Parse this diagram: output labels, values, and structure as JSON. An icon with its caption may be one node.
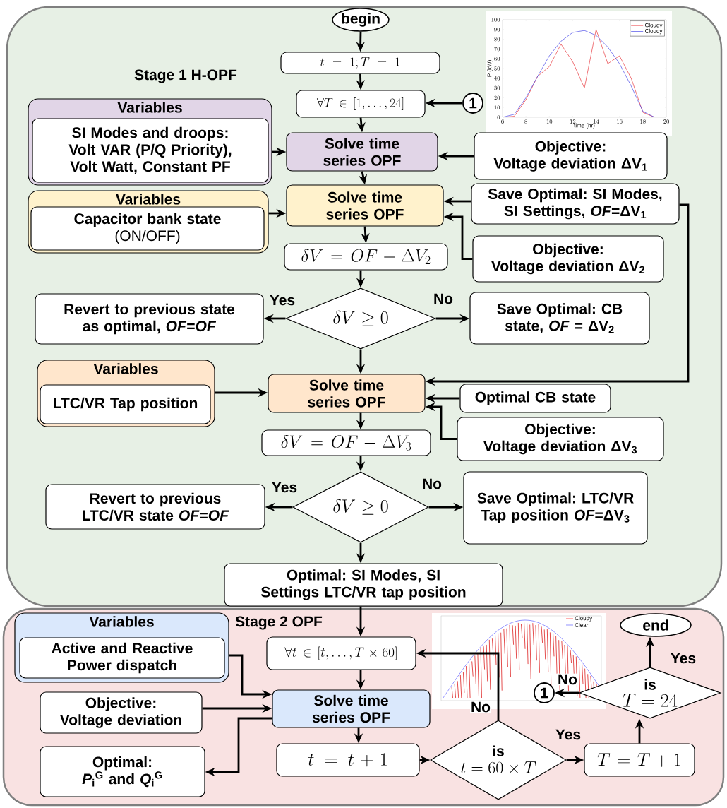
{
  "diagram": {
    "nodes": [
      {
        "text": [
          "Stage 1 H-OPF"
        ]
      },
      {
        "text": [
          "begin"
        ],
        "in": 0
      },
      {
        "text": [
          "t = 1; T = 1"
        ],
        "in": 0
      },
      {
        "text": [
          "\\forall T \\in [1, \\ldots, 24]"
        ],
        "in": 0
      },
      {
        "text": [
          "1"
        ],
        "in": 0
      },
      {
        "text": [
          "Variables"
        ],
        "in": 0
      },
      {
        "text": [
          "SI Modes and droops: Volt VAR (P/Q Priority), Volt Watt, Constant PF"
        ],
        "in": 5
      },
      {
        "text": [
          "Solve time series OPF"
        ],
        "in": 0
      },
      {
        "text": [
          "Objective:",
          "Voltage deviation ΔV$_{1}$"
        ],
        "in": 0
      },
      {
        "text": [
          "Variables"
        ],
        "in": 0
      },
      {
        "text": [
          "Capacitor bank state",
          "(ON/OFF)"
        ],
        "in": 9
      },
      {
        "text": [
          "Solve time series OPF"
        ],
        "in": 0
      },
      {
        "text": [
          "Save Optimal: SI Modes, SI Settings, *OF*=ΔV$_{1}$"
        ],
        "in": 0
      },
      {
        "text": [
          "\\delta V = OF - \\Delta V_2"
        ],
        "in": 0
      },
      {
        "text": [
          "Objective:",
          "Voltage deviation ΔV$_{2}$"
        ],
        "in": 0
      },
      {
        "text": [
          "\\delta V \\geq 0"
        ],
        "in": 0
      },
      {
        "text": [
          "Revert to previous state as optimal, *OF*=*OF*"
        ],
        "in": 0
      },
      {
        "text": [
          "Save Optimal: CB state, *OF* = ΔV$_{2}$"
        ],
        "in": 0
      },
      {
        "text": [
          "Variables"
        ],
        "in": 0
      },
      {
        "text": [
          "LTC/VR Tap position"
        ],
        "in": 18
      },
      {
        "text": [
          "Solve time series OPF"
        ],
        "in": 0
      },
      {
        "text": [
          "Optimal CB state"
        ],
        "in": 0
      },
      {
        "text": [
          "\\delta V = OF - \\Delta V_3"
        ],
        "in": 0
      },
      {
        "text": [
          "Objective:",
          "Voltage deviation ΔV$_{3}$"
        ],
        "in": 0
      },
      {
        "text": [
          "\\delta V \\geq 0"
        ],
        "in": 0
      },
      {
        "text": [
          "Revert to previous LTC/VR state *OF*=*OF*"
        ],
        "in": 0
      },
      {
        "text": [
          "Save Optimal: LTC/VR Tap position *OF*=ΔV$_{3}$"
        ],
        "in": 0
      },
      {
        "text": [
          "Optimal: SI Modes, SI Settings LTC/VR tap position"
        ],
        "in": 0
      },
      {
        "text": [
          "Stage 2 OPF"
        ]
      },
      {
        "text": [
          "Variables"
        ],
        "in": 28
      },
      {
        "text": [
          "Active and Reactive Power dispatch"
        ],
        "in": 29
      },
      {
        "text": [
          "\\forall t \\in [t, \\ldots, T \\times 60]"
        ],
        "in": 28
      },
      {
        "text": [
          "end"
        ],
        "in": 28
      },
      {
        "text": [
          "Objective:",
          "Voltage deviation"
        ],
        "in": 28
      },
      {
        "text": [
          "Solve time series OPF"
        ],
        "in": 28
      },
      {
        "text": [
          "1"
        ],
        "in": 28
      },
      {
        "text": [
          "is",
          "T = 24"
        ],
        "in": 28
      },
      {
        "text": [
          "Optimal:",
          "*P*$_{i}$$^{G}$ and *Q*$_{i}$$^{G}$"
        ],
        "in": 28
      },
      {
        "text": [
          "t = t + 1"
        ],
        "in": 28
      },
      {
        "text": [
          "is",
          "t = 60 \\times T"
        ],
        "in": 28
      },
      {
        "text": [
          "T = T + 1"
        ],
        "in": 28
      }
    ],
    "edges": [
      {
        "from": 1,
        "to": 2,
        "arrow": "to"
      },
      {
        "from": 2,
        "to": 3,
        "arrow": "to"
      },
      {
        "from": 4,
        "to": 3,
        "arrow": "to"
      },
      {
        "from": 3,
        "to": 7,
        "arrow": "to"
      },
      {
        "from": 5,
        "to": 7,
        "arrow": "to"
      },
      {
        "from": 8,
        "to": 7,
        "arrow": "to"
      },
      {
        "from": 7,
        "to": 11,
        "arrow": "to"
      },
      {
        "from": 9,
        "to": 11,
        "arrow": "to"
      },
      {
        "from": 12,
        "to": 11,
        "arrow": "to"
      },
      {
        "from": 14,
        "to": 11,
        "arrow": "to"
      },
      {
        "from": 11,
        "to": 13,
        "arrow": "to"
      },
      {
        "from": 13,
        "to": 15,
        "arrow": "to"
      },
      {
        "from": 15,
        "to": 16,
        "arrow": "to",
        "label": "Yes"
      },
      {
        "from": 15,
        "to": 17,
        "arrow": "to",
        "label": "No"
      },
      {
        "from": 15,
        "to": 20,
        "arrow": "to"
      },
      {
        "from": 12,
        "to": 20,
        "arrow": "to"
      },
      {
        "from": 18,
        "to": 20,
        "arrow": "to"
      },
      {
        "from": 21,
        "to": 20,
        "arrow": "to"
      },
      {
        "from": 23,
        "to": 20,
        "arrow": "to"
      },
      {
        "from": 20,
        "to": 22,
        "arrow": "to"
      },
      {
        "from": 22,
        "to": 24,
        "arrow": "to"
      },
      {
        "from": 24,
        "to": 25,
        "arrow": "to",
        "label": "Yes"
      },
      {
        "from": 24,
        "to": 26,
        "arrow": "to",
        "label": "No"
      },
      {
        "from": 24,
        "to": 27,
        "arrow": "to"
      },
      {
        "from": 27,
        "to": 31,
        "arrow": "to"
      },
      {
        "from": 31,
        "to": 34,
        "arrow": "to"
      },
      {
        "from": 29,
        "to": 34,
        "arrow": "to"
      },
      {
        "from": 33,
        "to": 34,
        "arrow": "to"
      },
      {
        "from": 34,
        "to": 37,
        "arrow": "to"
      },
      {
        "from": 34,
        "to": 38,
        "arrow": "to"
      },
      {
        "from": 38,
        "to": 39,
        "arrow": "to"
      },
      {
        "from": 39,
        "to": 40,
        "arrow": "to",
        "label": "Yes"
      },
      {
        "from": 39,
        "to": 31,
        "arrow": "to",
        "label": "No"
      },
      {
        "from": 40,
        "to": 36,
        "arrow": "to"
      },
      {
        "from": 36,
        "to": 32,
        "arrow": "to",
        "label": "Yes"
      },
      {
        "from": 36,
        "to": 35,
        "arrow": "to",
        "label": "No"
      }
    ],
    "legend": [
      {
        "text": "Cloudy"
      },
      {
        "text": "Clear"
      }
    ],
    "chart_data": {
      "type": "line",
      "xlabel": "time (hr)",
      "ylabel": "P (kW)",
      "x": [
        6,
        7,
        8,
        9,
        10,
        11,
        12,
        13,
        14,
        15,
        16,
        17,
        18,
        19
      ],
      "series": [
        {
          "name": "Cloudy",
          "color": "#e8383d",
          "values": [
            0,
            1,
            18,
            42,
            52,
            75,
            57,
            30,
            90,
            55,
            63,
            40,
            5,
            0
          ]
        },
        {
          "name": "Cloudy",
          "color": "#4a4ae8",
          "values": [
            0,
            3,
            20,
            42,
            63,
            78,
            87,
            89,
            84,
            72,
            55,
            32,
            6,
            0
          ]
        }
      ],
      "xlim": [
        6,
        20
      ],
      "ylim": [
        0,
        100
      ],
      "xticks": [
        6,
        8,
        10,
        12,
        14,
        16,
        18,
        20
      ],
      "yticks": [
        0,
        10,
        20,
        30,
        40,
        50,
        60,
        70,
        80,
        90,
        100
      ]
    }
  }
}
